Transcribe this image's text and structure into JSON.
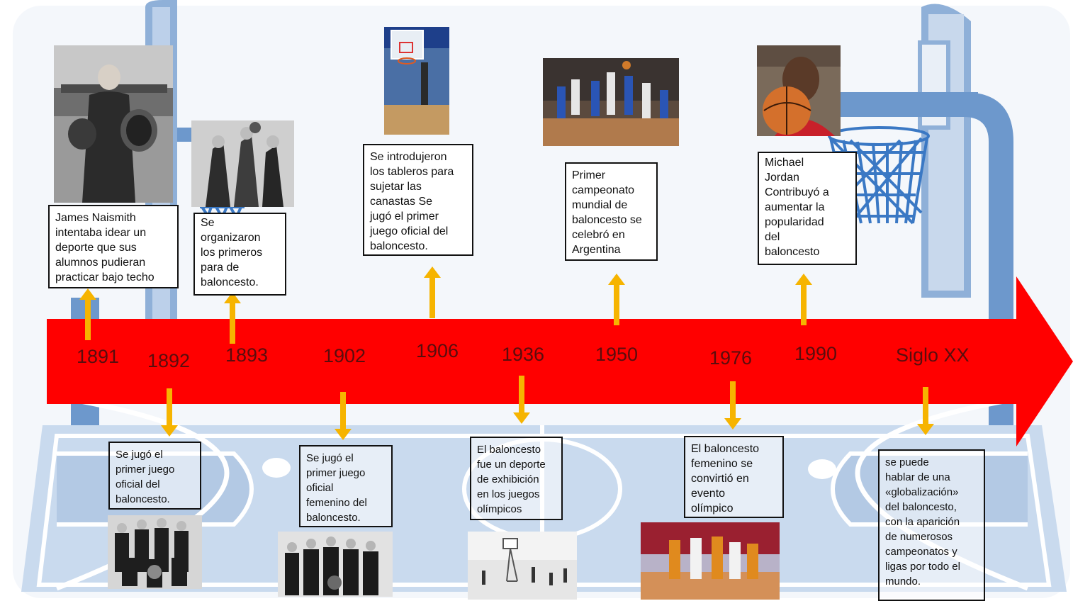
{
  "colors": {
    "timeline_arrow": "#ff0000",
    "connector_arrow": "#f6b400",
    "court_blue": "#c9daee",
    "court_line": "#ffffff",
    "hoop_blue": "#5b8bc5",
    "year_text": "#5a0d0d"
  },
  "years": [
    "1891",
    "1892",
    "1893",
    "1902",
    "1906",
    "1936",
    "1950",
    "1976",
    "1990",
    "Siglo XX"
  ],
  "events": {
    "e1891": "James Naismith\nintentaba idear un\ndeporte que sus\nalumnos pudieran\npracticar bajo techo",
    "e1892": "Se jugó el\nprimer juego\noficial del\nbaloncesto.",
    "e1893": "Se\norganizaron\nlos primeros\npara de\nbaloncesto.",
    "e1902": "Se jugó el\nprimer juego\noficial\nfemenino del\nbaloncesto.",
    "e1906": "Se introdujeron\nlos tableros para\nsujetar las\ncanastas Se\njugó el primer\njuego oficial del\nbaloncesto.",
    "e1936": "El baloncesto\nfue un deporte\nde exhibición\nen los juegos\nolímpicos",
    "e1950": "Primer\ncampeonato\nmundial de\nbaloncesto se\ncelebró en\nArgentina",
    "e1976": "El baloncesto\nfemenino se\nconvirtió en\nevento\nolímpico",
    "e1990": "Michael\nJordan\nContribuyó a\naumentar la\npopularidad\ndel\nbaloncesto",
    "esigloxx": " se puede\nhablar de una\n«globalización»\ndel baloncesto,\ncon la aparición\nde numerosos\ncampeonatos y\nligas por todo el\nmundo."
  },
  "icons": [
    "naismith-photo",
    "early-basketball-photo",
    "backboard-photo",
    "world-championship-photo",
    "michael-jordan-photo",
    "team-1892-photo",
    "womens-team-photo",
    "olympic-1936-photo",
    "womens-olympic-photo",
    "basketball-hoop-icon",
    "basketball-court-icon"
  ]
}
